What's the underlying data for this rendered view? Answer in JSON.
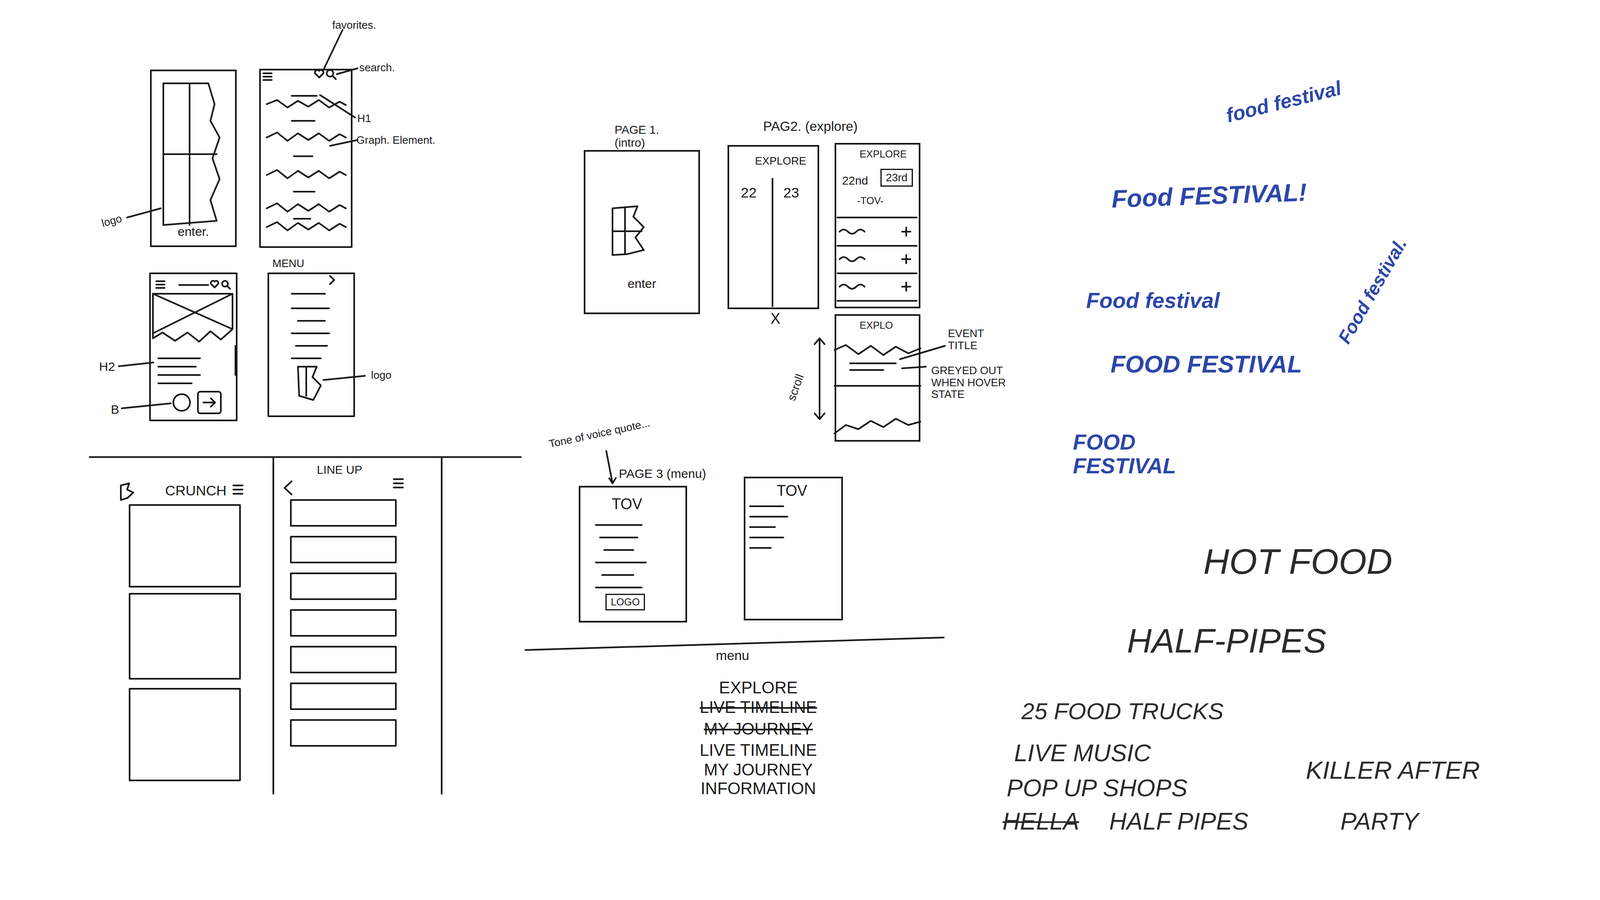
{
  "diagram": {
    "nodes": [
      {
        "text": [
          "enter."
        ]
      },
      {
        "text": [
          "enter"
        ]
      },
      {
        "text": [
          "EXPLORE",
          "22",
          "23"
        ]
      },
      {
        "text": [
          "EXPLORE",
          "22nd",
          "-TOV-"
        ]
      },
      {
        "text": [
          "23rd"
        ],
        "in": 3
      },
      {
        "text": [
          "EXPLO"
        ]
      },
      {
        "text": [
          "TOV"
        ]
      },
      {
        "text": [
          "LOGO"
        ],
        "in": 6
      },
      {
        "text": [
          "TOV"
        ]
      }
    ],
    "labels": [
      "favorites.",
      "search.",
      "H1",
      "Graph. Element.",
      "logo",
      "H2",
      "B",
      "MENU",
      "logo",
      "CRUNCH",
      "LINE UP",
      "PAGE 1. (intro)",
      "PAG2. (explore)",
      "X",
      "EVENT TITLE",
      "GREYED OUT WHEN HOVER STATE",
      "scroll",
      "Tone of voice quote...",
      "PAGE 3 (menu)",
      "menu",
      "EXPLORE",
      "LIVE TIMELINE",
      "MY JOURNEY",
      "LIVE TIMELINE",
      "MY JOURNEY",
      "INFORMATION",
      "food festival",
      "Food FESTIVAL!",
      "Food festival.",
      "Food festival",
      "FOOD FESTIVAL",
      "FOOD FESTIVAL",
      "HOT FOOD",
      "HALF-PIPES",
      "25 FOOD TRUCKS",
      "LIVE MUSIC",
      "POP UP SHOPS",
      "HELLA",
      "HALF PIPES",
      "KILLER AFTER",
      "PARTY"
    ]
  }
}
